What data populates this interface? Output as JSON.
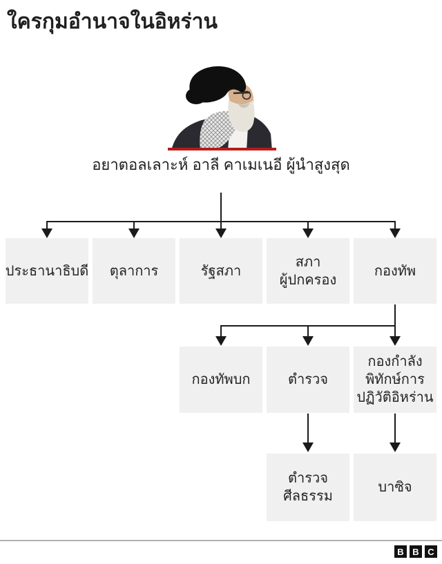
{
  "title": "ใครกุมอำนาจในอิหร่าน",
  "leader": {
    "caption_lines": [
      "อยาตอลเลาะห์ อาลี",
      "คาเมเนอี ผู้นำสูงสุด"
    ]
  },
  "org_chart": {
    "level1": [
      {
        "id": "president",
        "lines": [
          "ประธานาธิบดี"
        ]
      },
      {
        "id": "judiciary",
        "lines": [
          "ตุลาการ"
        ]
      },
      {
        "id": "parliament",
        "lines": [
          "รัฐสภา"
        ]
      },
      {
        "id": "guardian-council",
        "lines": [
          "สภา",
          "ผู้ปกครอง"
        ]
      },
      {
        "id": "armed-forces",
        "lines": [
          "กองทัพ"
        ]
      }
    ],
    "level2": [
      {
        "id": "army",
        "lines": [
          "กองทัพบก"
        ]
      },
      {
        "id": "police",
        "lines": [
          "ตำรวจ"
        ]
      },
      {
        "id": "irgc",
        "lines": [
          "กองกำลัง",
          "พิทักษ์การ",
          "ปฏิวัติอิหร่าน"
        ]
      }
    ],
    "level3": [
      {
        "id": "morality-police",
        "lines": [
          "ตำรวจ",
          "ศีลธรรม"
        ]
      },
      {
        "id": "basij",
        "lines": [
          "บาซิจ"
        ]
      }
    ]
  },
  "footer": {
    "logo_letters": [
      "B",
      "B",
      "C"
    ]
  },
  "theme": {
    "accent_red": "#bb1919",
    "box_bg": "#f0f0f0",
    "line_color": "#1a1a1a",
    "text_color": "#222222",
    "divider_color": "#b0b0b0",
    "logo_bg": "#111111"
  }
}
